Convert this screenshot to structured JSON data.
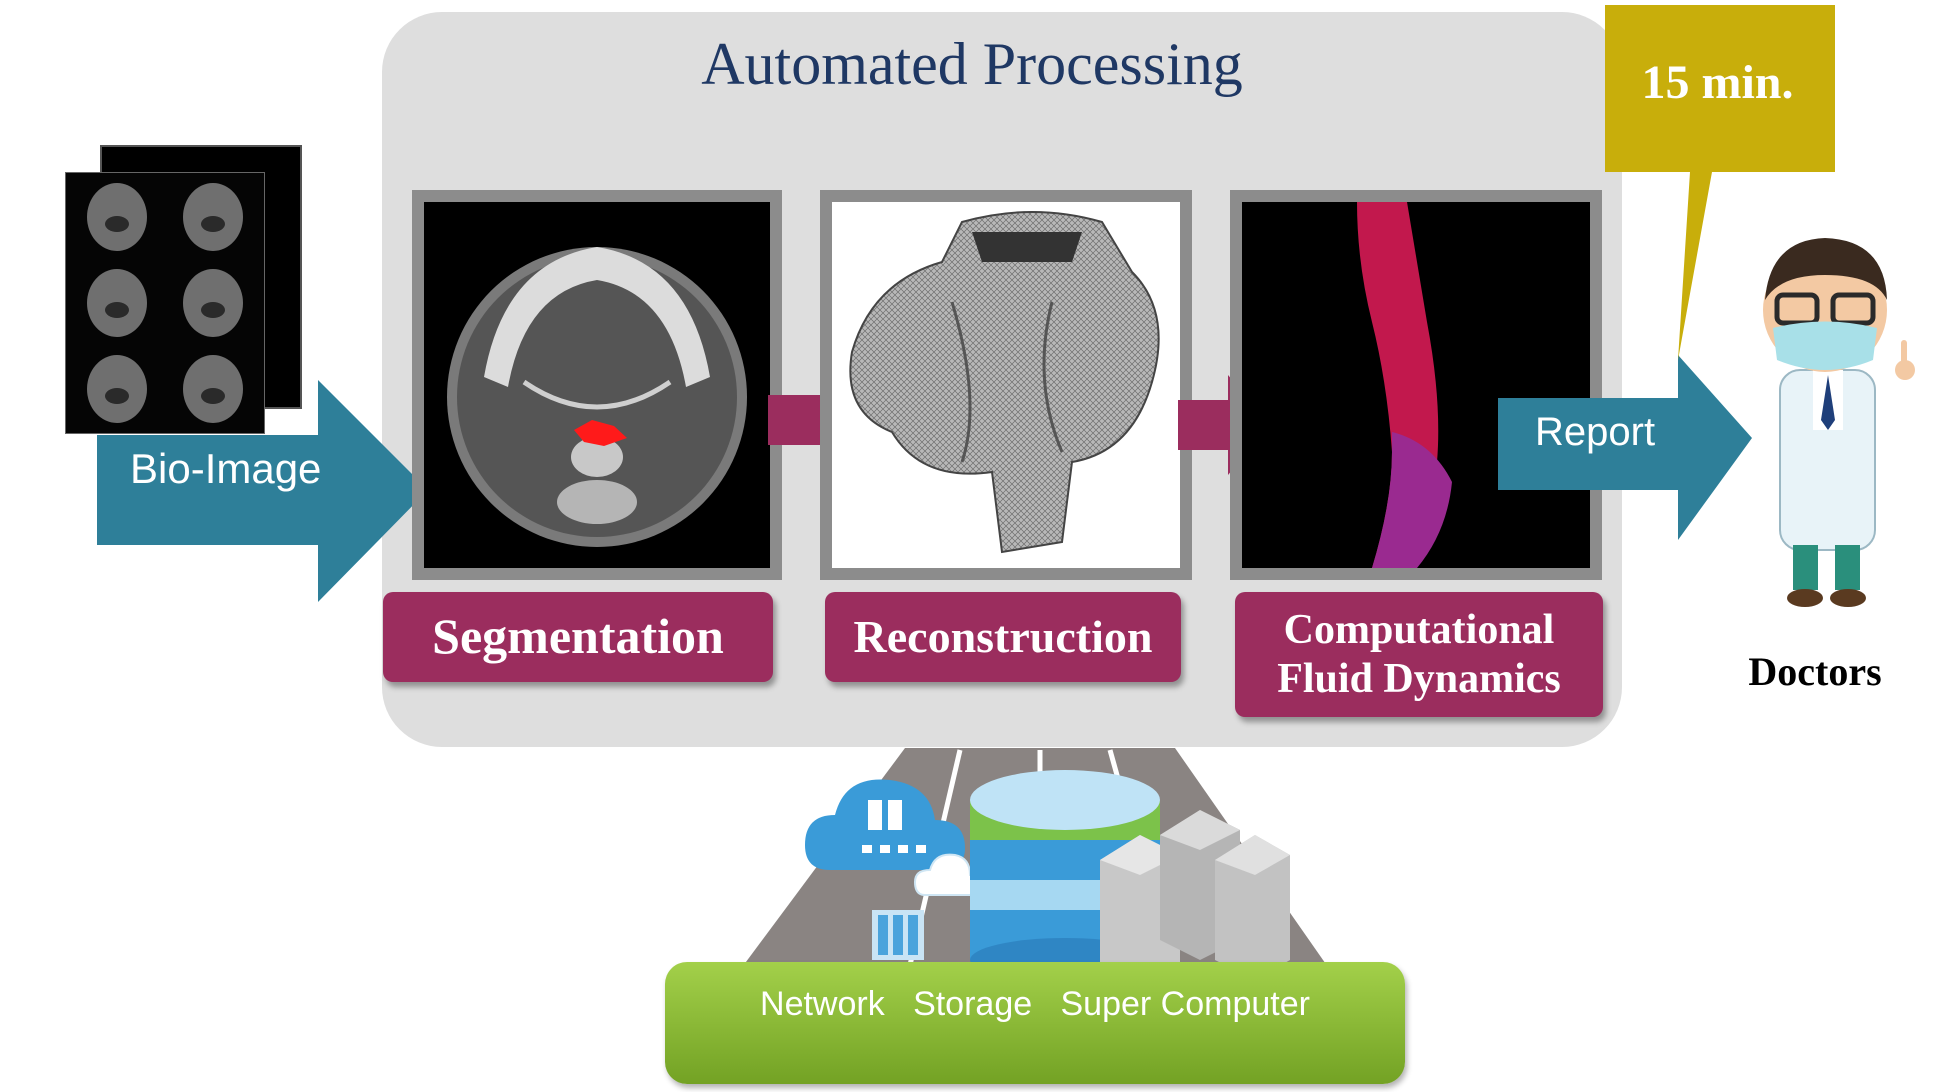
{
  "panel": {
    "title": "Automated Processing"
  },
  "input": {
    "label": "Bio-Image"
  },
  "stages": [
    {
      "label": "Segmentation"
    },
    {
      "label": "Reconstruction"
    },
    {
      "label": "Computational Fluid Dynamics",
      "line1": "Computational",
      "line2": "Fluid Dynamics"
    }
  ],
  "output": {
    "label": "Report"
  },
  "callout": {
    "text": "15 min."
  },
  "recipient": {
    "label": "Doctors"
  },
  "infrastructure": {
    "items": [
      "Network",
      "Storage",
      "Super Computer"
    ]
  },
  "colors": {
    "arrow_blue": "#2e7f99",
    "stage_magenta": "#9b2d5e",
    "callout_gold": "#c8ae0b",
    "infra_green": "#8cbf3a",
    "title_navy": "#1f3864",
    "panel_gray": "#dedede"
  }
}
